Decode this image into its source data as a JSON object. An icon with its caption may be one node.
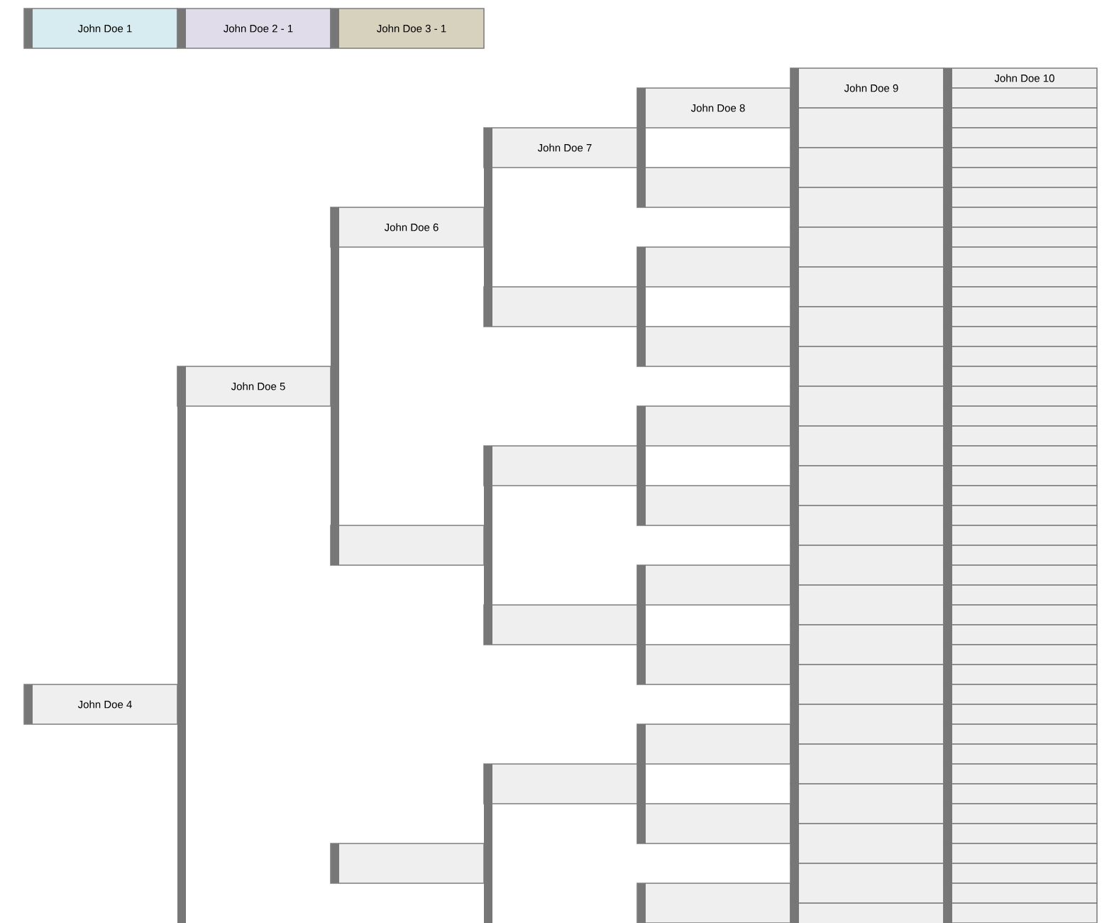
{
  "diagram": {
    "nodes": [
      {
        "text": [
          "John Doe 1"
        ]
      },
      {
        "text": [
          "John Doe 2 - 1"
        ]
      },
      {
        "text": [
          "John Doe 3 - 1"
        ]
      },
      {
        "text": [
          "John Doe 4"
        ]
      },
      {
        "text": [
          "John Doe 5"
        ]
      },
      {
        "text": [
          "John Doe 6"
        ]
      },
      {
        "text": [],
        "shape": "box"
      },
      {
        "text": [],
        "shape": "box"
      },
      {
        "text": [
          "John Doe 7"
        ]
      },
      {
        "text": [],
        "shape": "box"
      },
      {
        "text": [],
        "shape": "box"
      },
      {
        "text": [],
        "shape": "box"
      },
      {
        "text": [],
        "shape": "box"
      },
      {
        "text": [
          "John Doe 8"
        ]
      },
      {
        "text": [],
        "shape": "box"
      },
      {
        "text": [],
        "shape": "box"
      },
      {
        "text": [],
        "shape": "box"
      },
      {
        "text": [],
        "shape": "box"
      },
      {
        "text": [],
        "shape": "box"
      },
      {
        "text": [],
        "shape": "box"
      },
      {
        "text": [],
        "shape": "box"
      },
      {
        "text": [],
        "shape": "box"
      },
      {
        "text": [],
        "shape": "box"
      },
      {
        "text": [],
        "shape": "box"
      },
      {
        "text": [
          "John Doe 9"
        ]
      },
      {
        "text": [],
        "shape": "box"
      },
      {
        "text": [],
        "shape": "box"
      },
      {
        "text": [],
        "shape": "box"
      },
      {
        "text": [],
        "shape": "box"
      },
      {
        "text": [],
        "shape": "box"
      },
      {
        "text": [],
        "shape": "box"
      },
      {
        "text": [],
        "shape": "box"
      },
      {
        "text": [],
        "shape": "box"
      },
      {
        "text": [],
        "shape": "box"
      },
      {
        "text": [],
        "shape": "box"
      },
      {
        "text": [],
        "shape": "box"
      },
      {
        "text": [],
        "shape": "box"
      },
      {
        "text": [],
        "shape": "box"
      },
      {
        "text": [],
        "shape": "box"
      },
      {
        "text": [],
        "shape": "box"
      },
      {
        "text": [],
        "shape": "box"
      },
      {
        "text": [],
        "shape": "box"
      },
      {
        "text": [],
        "shape": "box"
      },
      {
        "text": [],
        "shape": "box"
      },
      {
        "text": [],
        "shape": "box"
      },
      {
        "text": [],
        "shape": "box"
      },
      {
        "text": [
          "John Doe 10"
        ]
      },
      {
        "text": [],
        "shape": "box"
      },
      {
        "text": [],
        "shape": "box"
      },
      {
        "text": [],
        "shape": "box"
      },
      {
        "text": [],
        "shape": "box"
      },
      {
        "text": [],
        "shape": "box"
      },
      {
        "text": [],
        "shape": "box"
      },
      {
        "text": [],
        "shape": "box"
      },
      {
        "text": [],
        "shape": "box"
      },
      {
        "text": [],
        "shape": "box"
      },
      {
        "text": [],
        "shape": "box"
      },
      {
        "text": [],
        "shape": "box"
      },
      {
        "text": [],
        "shape": "box"
      },
      {
        "text": [],
        "shape": "box"
      },
      {
        "text": [],
        "shape": "box"
      },
      {
        "text": [],
        "shape": "box"
      },
      {
        "text": [],
        "shape": "box"
      },
      {
        "text": [],
        "shape": "box"
      },
      {
        "text": [],
        "shape": "box"
      },
      {
        "text": [],
        "shape": "box"
      },
      {
        "text": [],
        "shape": "box"
      },
      {
        "text": [],
        "shape": "box"
      },
      {
        "text": [],
        "shape": "box"
      },
      {
        "text": [],
        "shape": "box"
      },
      {
        "text": [],
        "shape": "box"
      },
      {
        "text": [],
        "shape": "box"
      },
      {
        "text": [],
        "shape": "box"
      },
      {
        "text": [],
        "shape": "box"
      },
      {
        "text": [],
        "shape": "box"
      },
      {
        "text": [],
        "shape": "box"
      },
      {
        "text": [],
        "shape": "box"
      },
      {
        "text": [],
        "shape": "box"
      },
      {
        "text": [],
        "shape": "box"
      },
      {
        "text": [],
        "shape": "box"
      },
      {
        "text": [],
        "shape": "box"
      },
      {
        "text": [],
        "shape": "box"
      },
      {
        "text": [],
        "shape": "box"
      },
      {
        "text": [],
        "shape": "box"
      },
      {
        "text": [],
        "shape": "box"
      },
      {
        "text": [],
        "shape": "box"
      },
      {
        "text": [],
        "shape": "box"
      },
      {
        "text": [],
        "shape": "box"
      },
      {
        "text": [],
        "shape": "box"
      }
    ],
    "edges": [
      {
        "from": 3,
        "to": 4,
        "arrow": "none"
      },
      {
        "from": 3,
        "to": null,
        "arrow": "none"
      },
      {
        "from": 4,
        "to": 5,
        "arrow": "none"
      },
      {
        "from": 4,
        "to": 6,
        "arrow": "none"
      },
      {
        "from": 5,
        "to": 8,
        "arrow": "none"
      },
      {
        "from": 5,
        "to": 9,
        "arrow": "none"
      },
      {
        "from": 6,
        "to": 10,
        "arrow": "none"
      },
      {
        "from": 6,
        "to": 11,
        "arrow": "none"
      },
      {
        "from": 7,
        "to": 12,
        "arrow": "none"
      },
      {
        "from": 7,
        "to": null,
        "arrow": "none"
      },
      {
        "from": 8,
        "to": 13,
        "arrow": "none"
      },
      {
        "from": 8,
        "to": 14,
        "arrow": "none"
      },
      {
        "from": 9,
        "to": 15,
        "arrow": "none"
      },
      {
        "from": 9,
        "to": 16,
        "arrow": "none"
      },
      {
        "from": 10,
        "to": 17,
        "arrow": "none"
      },
      {
        "from": 10,
        "to": 18,
        "arrow": "none"
      },
      {
        "from": 11,
        "to": 19,
        "arrow": "none"
      },
      {
        "from": 11,
        "to": 20,
        "arrow": "none"
      },
      {
        "from": 12,
        "to": 21,
        "arrow": "none"
      },
      {
        "from": 12,
        "to": 22,
        "arrow": "none"
      },
      {
        "from": 13,
        "to": 24,
        "arrow": "none"
      },
      {
        "from": 13,
        "to": 25,
        "arrow": "none"
      },
      {
        "from": 14,
        "to": 26,
        "arrow": "none"
      },
      {
        "from": 14,
        "to": 27,
        "arrow": "none"
      },
      {
        "from": 15,
        "to": 28,
        "arrow": "none"
      },
      {
        "from": 15,
        "to": 29,
        "arrow": "none"
      },
      {
        "from": 16,
        "to": 30,
        "arrow": "none"
      },
      {
        "from": 16,
        "to": 31,
        "arrow": "none"
      },
      {
        "from": 17,
        "to": 32,
        "arrow": "none"
      },
      {
        "from": 17,
        "to": 33,
        "arrow": "none"
      },
      {
        "from": 18,
        "to": 34,
        "arrow": "none"
      },
      {
        "from": 18,
        "to": 35,
        "arrow": "none"
      },
      {
        "from": 19,
        "to": 36,
        "arrow": "none"
      },
      {
        "from": 19,
        "to": 37,
        "arrow": "none"
      },
      {
        "from": 20,
        "to": 38,
        "arrow": "none"
      },
      {
        "from": 20,
        "to": 39,
        "arrow": "none"
      },
      {
        "from": 21,
        "to": 40,
        "arrow": "none"
      },
      {
        "from": 21,
        "to": 41,
        "arrow": "none"
      },
      {
        "from": 22,
        "to": 42,
        "arrow": "none"
      },
      {
        "from": 22,
        "to": 43,
        "arrow": "none"
      },
      {
        "from": 23,
        "to": 44,
        "arrow": "none"
      },
      {
        "from": 23,
        "to": 45,
        "arrow": "none"
      },
      {
        "from": 24,
        "to": 46,
        "arrow": "none"
      },
      {
        "from": 24,
        "to": 47,
        "arrow": "none"
      },
      {
        "from": 25,
        "to": 48,
        "arrow": "none"
      },
      {
        "from": 25,
        "to": 49,
        "arrow": "none"
      },
      {
        "from": 26,
        "to": 50,
        "arrow": "none"
      },
      {
        "from": 26,
        "to": 51,
        "arrow": "none"
      },
      {
        "from": 27,
        "to": 52,
        "arrow": "none"
      },
      {
        "from": 27,
        "to": 53,
        "arrow": "none"
      },
      {
        "from": 28,
        "to": 54,
        "arrow": "none"
      },
      {
        "from": 28,
        "to": 55,
        "arrow": "none"
      },
      {
        "from": 29,
        "to": 56,
        "arrow": "none"
      },
      {
        "from": 29,
        "to": 57,
        "arrow": "none"
      },
      {
        "from": 30,
        "to": 58,
        "arrow": "none"
      },
      {
        "from": 30,
        "to": 59,
        "arrow": "none"
      },
      {
        "from": 31,
        "to": 60,
        "arrow": "none"
      },
      {
        "from": 31,
        "to": 61,
        "arrow": "none"
      },
      {
        "from": 32,
        "to": 62,
        "arrow": "none"
      },
      {
        "from": 32,
        "to": 63,
        "arrow": "none"
      },
      {
        "from": 33,
        "to": 64,
        "arrow": "none"
      },
      {
        "from": 33,
        "to": 65,
        "arrow": "none"
      },
      {
        "from": 34,
        "to": 66,
        "arrow": "none"
      },
      {
        "from": 34,
        "to": 67,
        "arrow": "none"
      },
      {
        "from": 35,
        "to": 68,
        "arrow": "none"
      },
      {
        "from": 35,
        "to": 69,
        "arrow": "none"
      },
      {
        "from": 36,
        "to": 70,
        "arrow": "none"
      },
      {
        "from": 36,
        "to": 71,
        "arrow": "none"
      },
      {
        "from": 37,
        "to": 72,
        "arrow": "none"
      },
      {
        "from": 37,
        "to": 73,
        "arrow": "none"
      },
      {
        "from": 38,
        "to": 74,
        "arrow": "none"
      },
      {
        "from": 38,
        "to": 75,
        "arrow": "none"
      },
      {
        "from": 39,
        "to": 76,
        "arrow": "none"
      },
      {
        "from": 39,
        "to": 77,
        "arrow": "none"
      },
      {
        "from": 40,
        "to": 78,
        "arrow": "none"
      },
      {
        "from": 40,
        "to": 79,
        "arrow": "none"
      },
      {
        "from": 41,
        "to": 80,
        "arrow": "none"
      },
      {
        "from": 41,
        "to": 81,
        "arrow": "none"
      },
      {
        "from": 42,
        "to": 82,
        "arrow": "none"
      },
      {
        "from": 42,
        "to": 83,
        "arrow": "none"
      },
      {
        "from": 43,
        "to": 84,
        "arrow": "none"
      },
      {
        "from": 43,
        "to": 85,
        "arrow": "none"
      },
      {
        "from": 44,
        "to": 86,
        "arrow": "none"
      },
      {
        "from": 44,
        "to": 87,
        "arrow": "none"
      },
      {
        "from": 45,
        "to": 88,
        "arrow": "none"
      }
    ]
  }
}
